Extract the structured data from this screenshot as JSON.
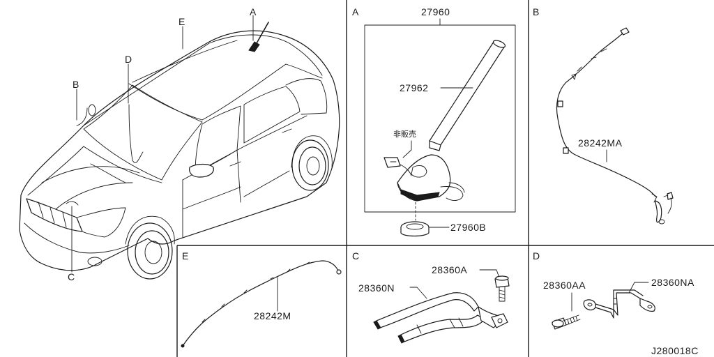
{
  "overview": {
    "callouts": {
      "a": "A",
      "b": "B",
      "c": "C",
      "d": "D",
      "e": "E"
    }
  },
  "panels": {
    "a": {
      "tag": "A",
      "parts": {
        "antenna_assy": "27960",
        "rod": "27962",
        "base": "27960B",
        "not_sold": "非販売"
      }
    },
    "b": {
      "tag": "B",
      "parts": {
        "feeder": "28242MA"
      }
    },
    "c": {
      "tag": "C",
      "parts": {
        "bolt": "28360A",
        "cable": "28360N"
      }
    },
    "d": {
      "tag": "D",
      "parts": {
        "bolt": "28360AA",
        "cable": "28360NA"
      }
    },
    "e": {
      "tag": "E",
      "parts": {
        "feeder": "28242M"
      }
    }
  },
  "drawing_code": "J280018C"
}
